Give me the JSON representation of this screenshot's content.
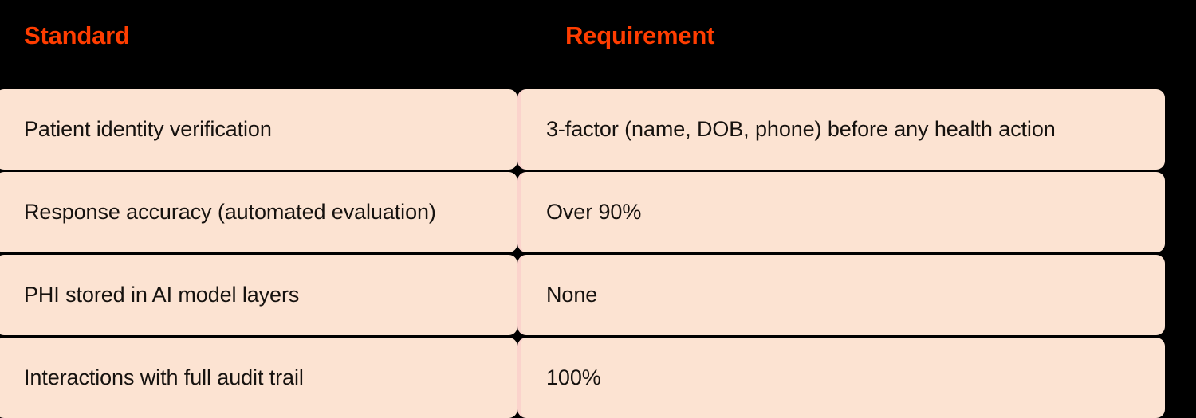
{
  "table": {
    "columns": [
      {
        "key": "standard",
        "label": "Standard"
      },
      {
        "key": "requirement",
        "label": "Requirement"
      }
    ],
    "rows": [
      {
        "standard": "Patient identity verification",
        "requirement": "3-factor (name, DOB, phone) before any health action"
      },
      {
        "standard": "Response accuracy (automated evaluation)",
        "requirement": "Over 90%"
      },
      {
        "standard": "PHI stored in AI model layers",
        "requirement": "None"
      },
      {
        "standard": "Interactions with full audit trail",
        "requirement": "100%"
      }
    ]
  },
  "theme": {
    "page_background": "#000000",
    "cell_background": "#FCE3D2",
    "header_accent": "#FF3D00",
    "body_text": "#16120F",
    "cell_divider": "#FBD3CC"
  }
}
